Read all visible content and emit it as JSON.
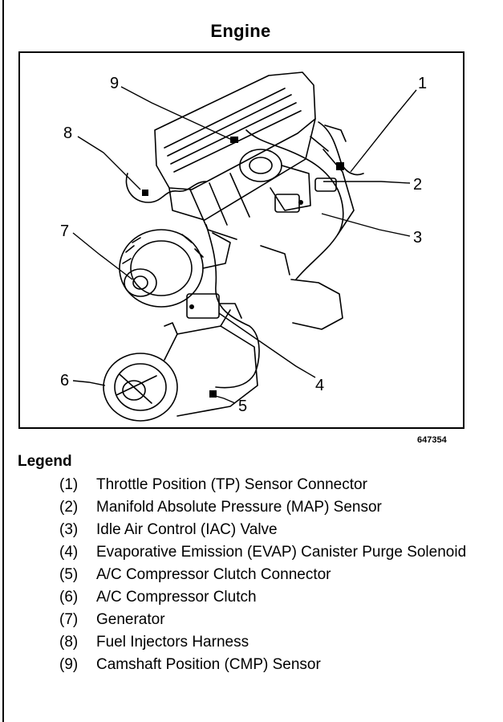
{
  "title": "Engine",
  "figure_id": "647354",
  "legend": {
    "title": "Legend",
    "items": [
      {
        "num": "(1)",
        "text": "Throttle Position (TP) Sensor Connector"
      },
      {
        "num": "(2)",
        "text": "Manifold Absolute Pressure (MAP) Sensor"
      },
      {
        "num": "(3)",
        "text": "Idle Air Control (IAC) Valve"
      },
      {
        "num": "(4)",
        "text": "Evaporative Emission (EVAP) Canister Purge Solenoid"
      },
      {
        "num": "(5)",
        "text": "A/C Compressor Clutch Connector"
      },
      {
        "num": "(6)",
        "text": "A/C Compressor Clutch"
      },
      {
        "num": "(7)",
        "text": "Generator"
      },
      {
        "num": "(8)",
        "text": "Fuel Injectors Harness"
      },
      {
        "num": "(9)",
        "text": "Camshaft Position (CMP) Sensor"
      }
    ]
  },
  "callouts": [
    "1",
    "2",
    "3",
    "4",
    "5",
    "6",
    "7",
    "8",
    "9"
  ]
}
